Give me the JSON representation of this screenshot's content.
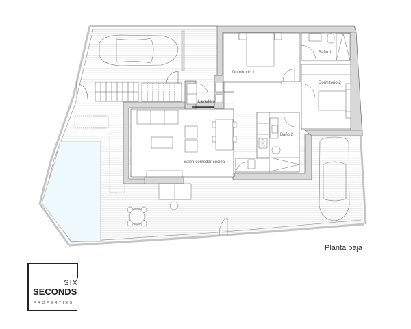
{
  "plan": {
    "title": "Planta baja",
    "rooms": {
      "dormitorio_1": "Dormitorio 1",
      "dormitorio_2": "Dormitorio 2",
      "bano_1": "Baño 1",
      "bano_2": "Baño 2",
      "lavadero": "Lavadero",
      "salon": "Salón-comedor-cocina"
    }
  },
  "logo": {
    "line1": "SIX",
    "line2": "SECONDS",
    "line3": "PROPERTIES"
  },
  "colors": {
    "wall": "#d8d8d8",
    "line": "#555555",
    "pool": "#eefafd",
    "deck": "#cfcfcf"
  }
}
